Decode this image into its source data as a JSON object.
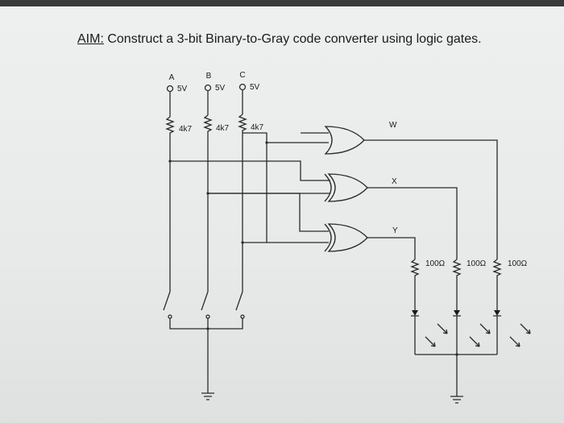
{
  "title": {
    "aim_label": "AIM:",
    "text": "Construct a 3-bit Binary-to-Gray code converter using logic gates."
  },
  "inputs": [
    {
      "label": "A",
      "supply": "5V",
      "resistor": "4k7"
    },
    {
      "label": "B",
      "supply": "5V",
      "resistor": "4k7"
    },
    {
      "label": "C",
      "supply": "5V",
      "resistor": "4k7"
    }
  ],
  "outputs": [
    {
      "label": "W",
      "resistor": "100Ω"
    },
    {
      "label": "X",
      "resistor": "100Ω"
    },
    {
      "label": "Y",
      "resistor": "100Ω"
    }
  ],
  "gate_types": [
    "OR",
    "XOR",
    "XOR"
  ]
}
